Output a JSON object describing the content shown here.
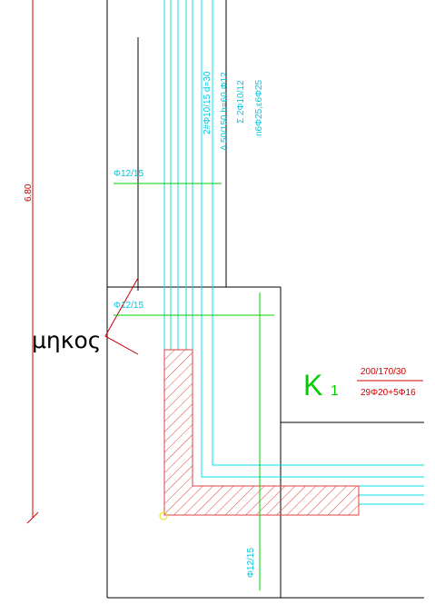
{
  "drawing": {
    "dimension_label": "6.80",
    "annotations": {
      "bars_vertical_1": "2#Φ10/15 d=30",
      "bars_vertical_2": "Δ 50/150 h=60 Φ12",
      "bars_vertical_3": "Σ 2Φ10/12",
      "bars_vertical_4": "n6Φ25,ε6Φ25",
      "rebar_upper": "Φ12/15",
      "rebar_middle": "Φ12/15",
      "rebar_lower_vertical": "Φ12/15"
    },
    "length_label": "μηκος",
    "column_label": "K",
    "column_number": "1",
    "column_dims": "200/170/30",
    "column_reinforcement": "29Φ20+5Φ16"
  },
  "colors": {
    "line_black": "#000000",
    "line_cyan": "#00e0e0",
    "line_green": "#00d000",
    "line_red": "#d00000",
    "hatch_red": "#e04040",
    "label_green": "#00cc00",
    "marker_yellow": "#e0e000"
  }
}
